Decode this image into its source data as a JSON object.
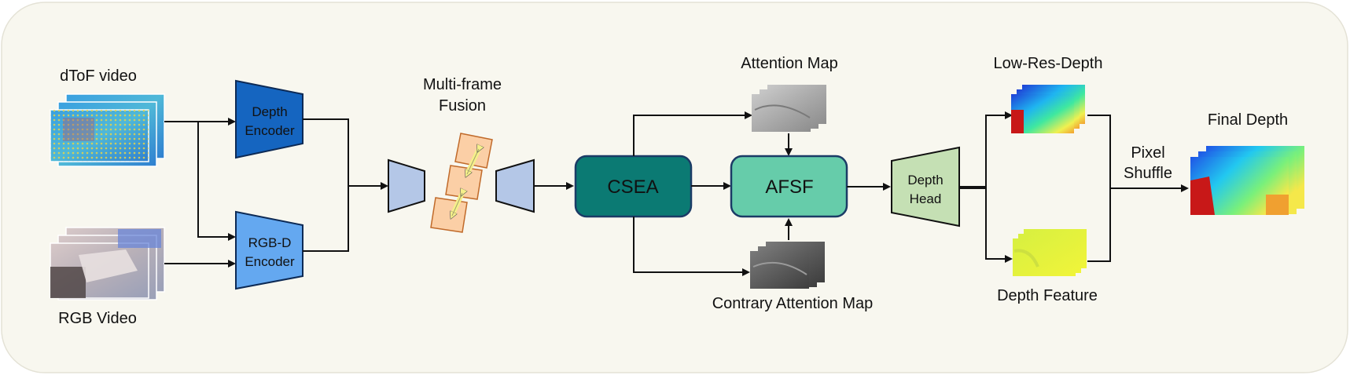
{
  "inputs": {
    "dtof": "dToF video",
    "rgb": "RGB Video"
  },
  "modules": {
    "depth_encoder": [
      "Depth",
      "Encoder"
    ],
    "rgbd_encoder": [
      "RGB-D",
      "Encoder"
    ],
    "fusion": [
      "Multi-frame",
      "Fusion"
    ],
    "csea": "CSEA",
    "afsf": "AFSF",
    "depth_head": [
      "Depth",
      "Head"
    ],
    "pixel_shuffle": [
      "Pixel",
      "Shuffle"
    ]
  },
  "maps": {
    "attention": "Attention Map",
    "contrary": "Contrary Attention Map",
    "low_res": "Low-Res-Depth",
    "feature": "Depth Feature",
    "final": "Final Depth"
  },
  "colors": {
    "panel": "#f8f7ef",
    "depth_encoder": "#1565c0",
    "rgbd_encoder": "#64a8f0",
    "small_trap": "#b4c7e7",
    "fusion_card": "#fbcfa6",
    "fusion_arrow": "#f5f08a",
    "csea": "#0b7a73",
    "afsf": "#66ccaa",
    "depth_head": "#c5e0b4"
  }
}
